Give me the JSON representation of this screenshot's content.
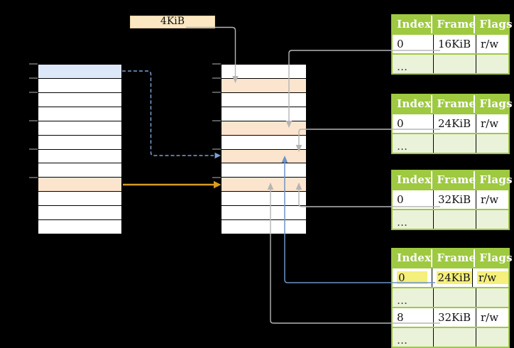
{
  "label_4kib": "4KiB",
  "virtual_memory": {
    "row_count": 12,
    "highlighted_blue_row": 1,
    "highlighted_orange_row": 9,
    "tick_count": 6
  },
  "physical_memory": {
    "row_count": 12,
    "highlighted_orange_rows": [
      2,
      5,
      7,
      9
    ],
    "tick_count": 6
  },
  "page_tables": [
    {
      "headers": [
        "Index",
        "Frame",
        "Flags"
      ],
      "rows": [
        [
          "0",
          "16KiB",
          "r/w"
        ],
        [
          "…",
          "",
          ""
        ]
      ]
    },
    {
      "headers": [
        "Index",
        "Frame",
        "Flags"
      ],
      "rows": [
        [
          "0",
          "24KiB",
          "r/w"
        ],
        [
          "…",
          "",
          ""
        ]
      ]
    },
    {
      "headers": [
        "Index",
        "Frame",
        "Flags"
      ],
      "rows": [
        [
          "0",
          "32KiB",
          "r/w"
        ],
        [
          "…",
          "",
          ""
        ]
      ]
    },
    {
      "headers": [
        "Index",
        "Frame",
        "Flags"
      ],
      "rows": [
        [
          "0",
          "24KiB",
          "r/w"
        ],
        [
          "…",
          "",
          ""
        ],
        [
          "8",
          "32KiB",
          "r/w"
        ],
        [
          "…",
          "",
          ""
        ]
      ],
      "highlighted_row": 0
    }
  ],
  "connections": [
    {
      "from": "4KiB label",
      "to": "physical memory frame 2",
      "style": "gray-solid"
    },
    {
      "from": "virtual memory row 1",
      "to": "physical memory frame 7",
      "style": "blue-dashed"
    },
    {
      "from": "virtual memory row 9",
      "to": "physical memory frame 9",
      "style": "orange-solid"
    },
    {
      "from": "page table 1 entry 0 (16KiB)",
      "to": "physical memory frame 5",
      "style": "gray-solid"
    },
    {
      "from": "page table 2 entry 0 (24KiB)",
      "to": "physical memory frame 7",
      "style": "gray-solid"
    },
    {
      "from": "page table 3 entry 0 (32KiB)",
      "to": "physical memory frame 9",
      "style": "gray-solid"
    },
    {
      "from": "page table 4 entry 0 (24KiB, highlighted)",
      "to": "physical memory frame 7",
      "style": "blue-solid"
    },
    {
      "from": "page table 4 entry 8 (32KiB)",
      "to": "physical memory frame 9",
      "style": "gray-solid"
    }
  ],
  "colors": {
    "background": "#000000",
    "table_header_green": "#9ec941",
    "table_row_light_green": "#eaf2da",
    "memory_highlight_orange": "#fce5ce",
    "memory_highlight_blue": "#dce8f8",
    "label_beige": "#fbe8c3",
    "entry_highlight_yellow": "#f5ef7b",
    "arrow_gray": "#b5b5b5",
    "arrow_blue": "#6d94c6",
    "arrow_blue_dashed": "#7da0d3",
    "arrow_orange": "#d89c1e"
  }
}
